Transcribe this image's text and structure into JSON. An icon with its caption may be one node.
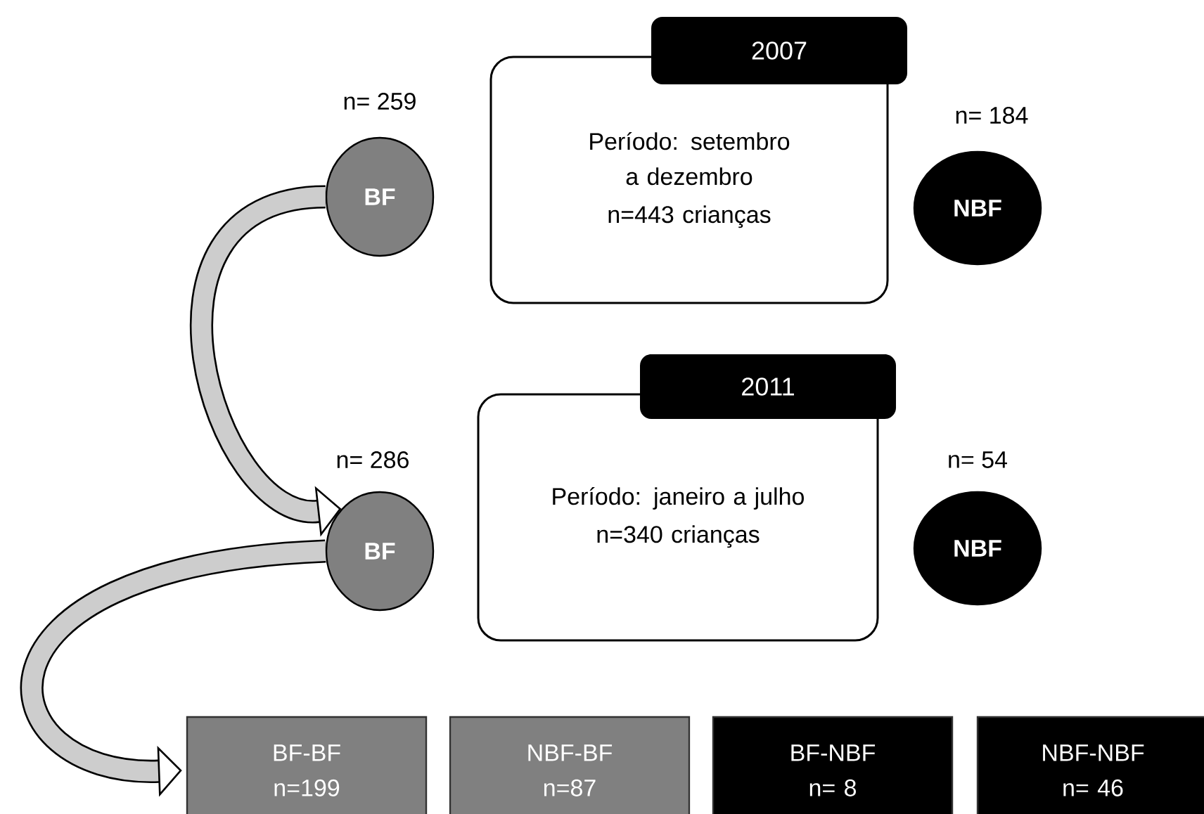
{
  "diagram": {
    "nodes": [
      {
        "text": [
          "Período: setembro a dezembro",
          "n=443 crianças"
        ]
      },
      {
        "text": [
          "2007"
        ]
      },
      {
        "text": [
          "BF"
        ],
        "beside": [
          "n= 259"
        ]
      },
      {
        "text": [
          "NBF"
        ],
        "beside": [
          "n= 184"
        ]
      },
      {
        "text": [
          "Período: janeiro a julho",
          "n=340 crianças"
        ]
      },
      {
        "text": [
          "2011"
        ]
      },
      {
        "text": [
          "BF"
        ],
        "beside": [
          "n= 286"
        ]
      },
      {
        "text": [
          "NBF"
        ],
        "beside": [
          "n= 54"
        ]
      },
      {
        "text": [
          "BF-BF n=199"
        ]
      },
      {
        "text": [
          "NBF-BF n=87"
        ]
      },
      {
        "text": [
          "BF-NBF n= 8"
        ]
      },
      {
        "text": [
          "NBF-NBF n= 46"
        ]
      }
    ],
    "edges": [
      {
        "from": 2,
        "to": 6,
        "arrow": "to"
      },
      {
        "from": 6,
        "to": 8,
        "arrow": "to"
      }
    ]
  }
}
